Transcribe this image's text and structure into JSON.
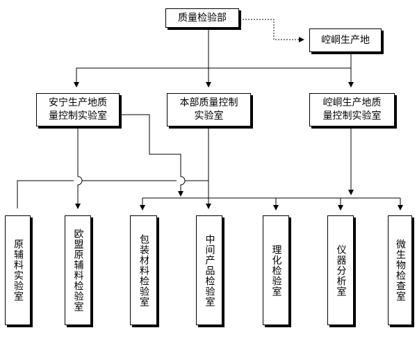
{
  "nodes": {
    "qa_dept": "质量检验部",
    "site_ancestor": "崆峒生产地",
    "lab_anning": "安宁生产地质\n量控制实验室",
    "lab_main": "本部质量控制\n实验室",
    "lab_kongtong": "崆峒生产地质\n量控制实验室"
  },
  "rooms": [
    "原辅料实验室",
    "欧盟原辅料检验室",
    "包装材料检验室",
    "中间产品检验室",
    "理化检验室",
    "仪器分析室",
    "微生物检查室"
  ]
}
